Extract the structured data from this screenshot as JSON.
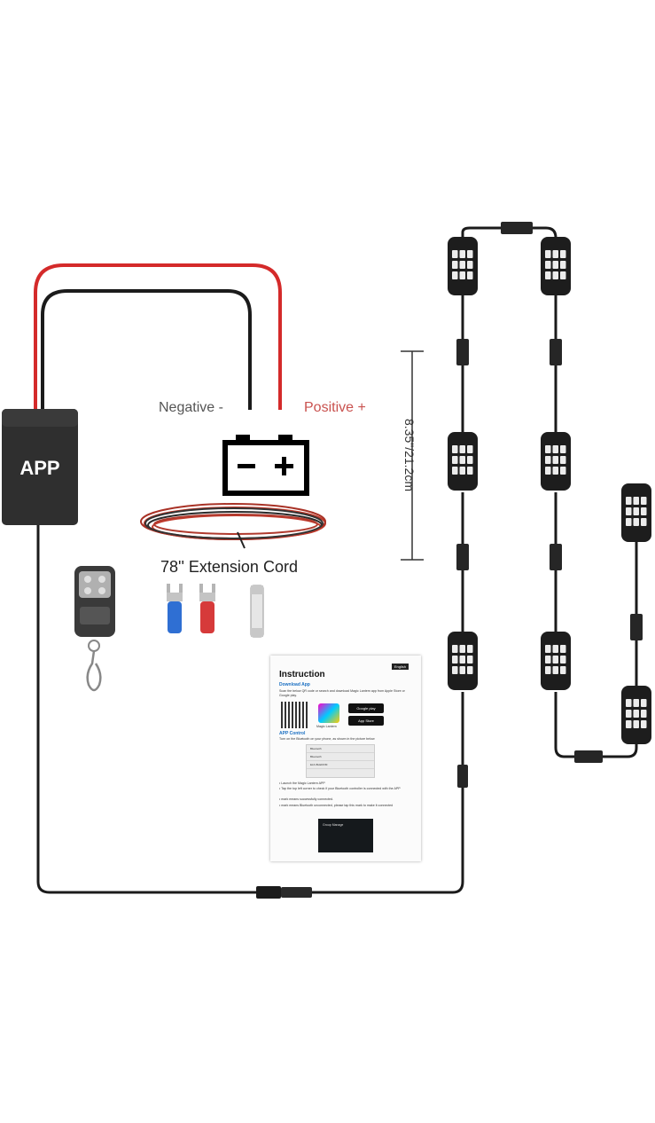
{
  "controller": {
    "label": "APP"
  },
  "battery": {
    "negative_label": "Negative -",
    "positive_label": "Positive +"
  },
  "extension_cord": {
    "label": "78'' Extension Cord"
  },
  "dimension": {
    "label": "8.35\"/21.2cm"
  },
  "instruction_sheet": {
    "title": "Instruction",
    "language": "English",
    "download_heading": "Download App",
    "download_text": "Scan the below QR code or search and download Magic Lantern app from Apple Store or Google play.",
    "app_name": "Magic Lantern",
    "google_play": "Google play",
    "app_store": "App Store",
    "control_heading": "APP Control",
    "control_text": "Turn on the Bluetooth on your phone, as shown in the picture below",
    "phone_rows": [
      "Bluetooth",
      "Bluetooth",
      "ELK-BLEDOM"
    ],
    "steps": [
      "• Launch the Magic Lantern APP",
      "• Tap the top left corner to check if your Bluetooth controller is connected with the APP",
      "• mark means successfully connected.",
      "• mark means Bluetooth unconnected, please tap this mark to make it connected"
    ],
    "screenshot_label": "Group Manage"
  },
  "colors": {
    "positive_wire": "#d42a2a",
    "negative_wire": "#1b1b1b",
    "positive_text": "#c9524f",
    "negative_text": "#555555",
    "controller_box": "#2f2f2f",
    "pod_body": "#1d1d1d",
    "led_cell": "#ececec"
  }
}
